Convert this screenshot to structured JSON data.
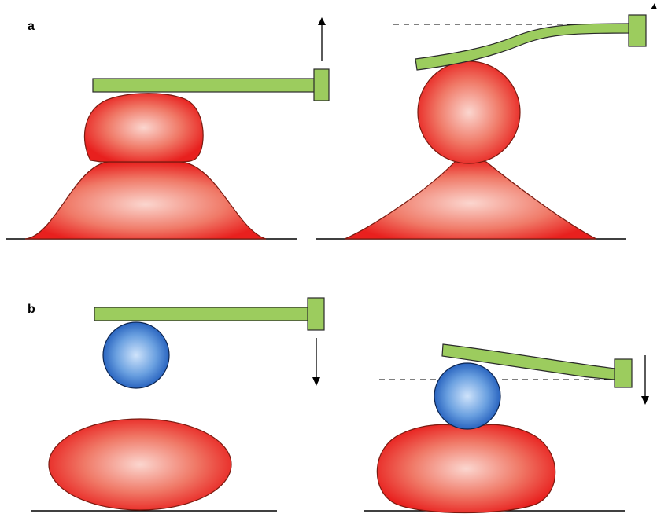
{
  "panels": [
    {
      "id": "a",
      "label": "a"
    },
    {
      "id": "b",
      "label": "b"
    }
  ],
  "colors": {
    "cell_red_center": "#fbd6cf",
    "cell_red_mid": "#f07a68",
    "cell_red_edge": "#e8201e",
    "bead_blue_center": "#cfe3fb",
    "bead_blue_mid": "#6aa0e0",
    "bead_blue_edge": "#1a56b8",
    "cantilever_green": "#9ccc5e"
  }
}
